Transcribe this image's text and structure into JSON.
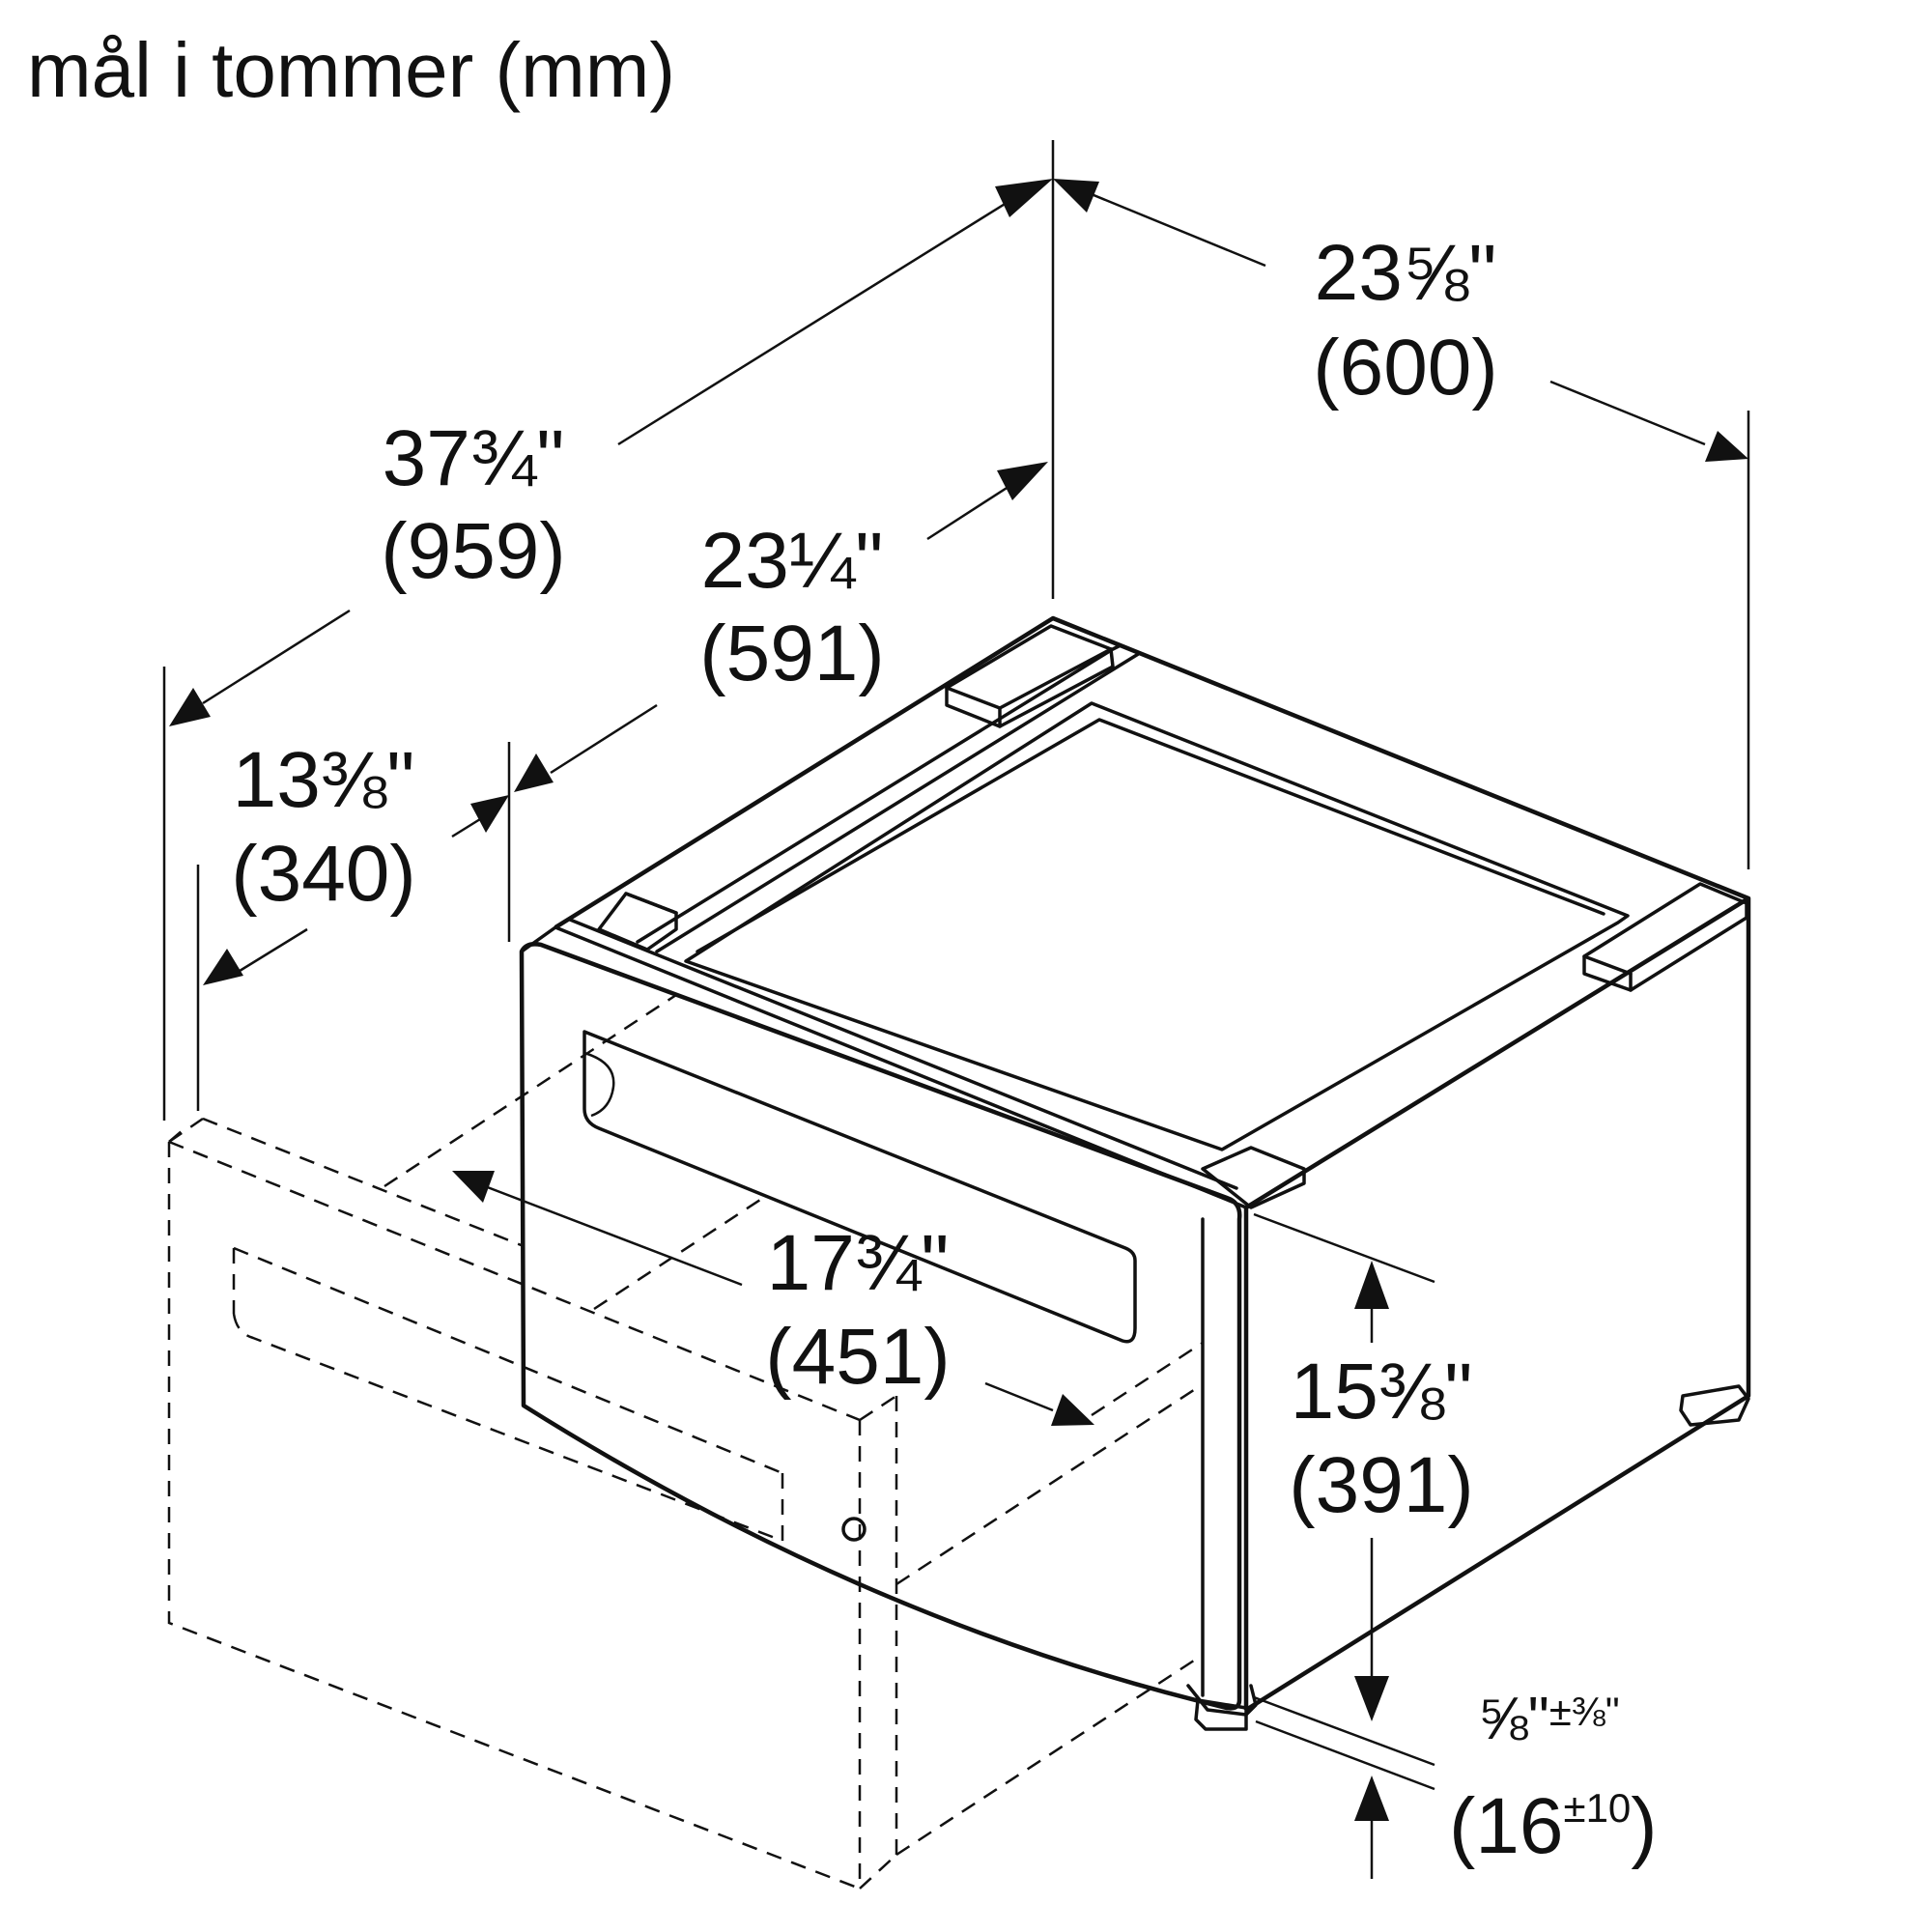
{
  "title": "mål i tommer (mm)",
  "dimensions": {
    "total_depth": {
      "inches": "37¾\"",
      "mm": "(959)"
    },
    "width": {
      "inches": "23⅝\"",
      "mm": "(600)"
    },
    "pedestal_depth": {
      "inches": "23¼\"",
      "mm": "(591)"
    },
    "drawer_extension": {
      "inches": "13⅜\"",
      "mm": "(340)"
    },
    "drawer_inner_width": {
      "inches": "17¾\"",
      "mm": "(451)"
    },
    "height": {
      "inches": "15⅜\"",
      "mm": "(391)"
    },
    "foot_adjust": {
      "inches": "⅝\"",
      "inches_tol": "±⅜\"",
      "mm": "(16",
      "mm_tol": "±10",
      "mm_close": ")"
    }
  },
  "colors": {
    "line": "#111111",
    "background": "#ffffff"
  }
}
